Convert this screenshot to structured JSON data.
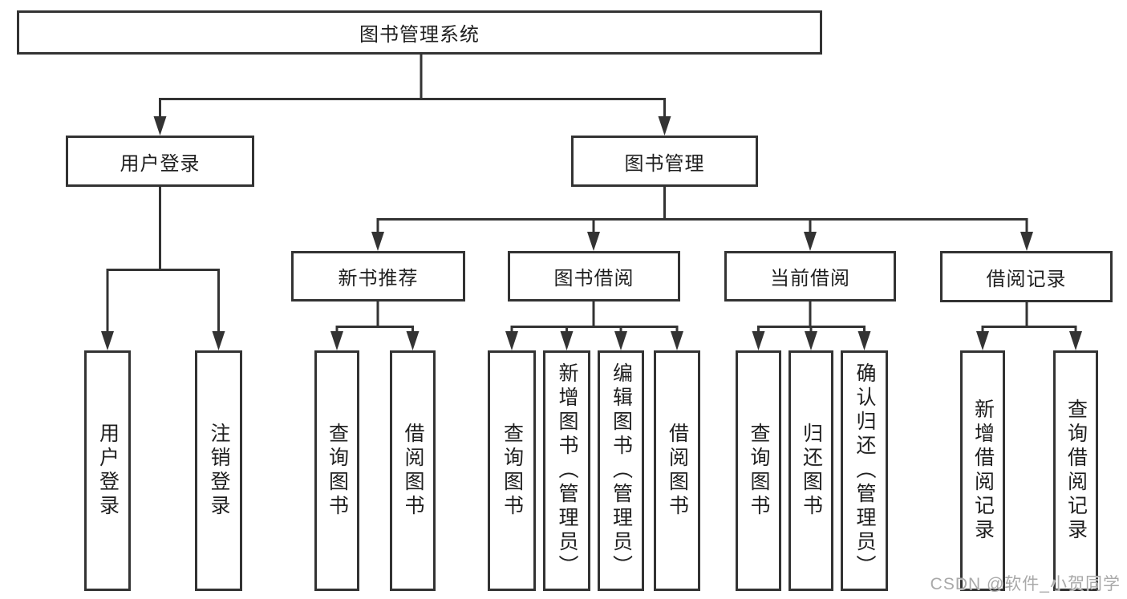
{
  "title": "图书管理系统",
  "watermark": "CSDN @软件_小贺同学",
  "colors": {
    "line": "#333333",
    "box_border": "#333333",
    "box_fill": "#ffffff",
    "text": "#1f1f1f",
    "watermark": "#a9a9a9"
  },
  "tree": {
    "root": {
      "label": "图书管理系统"
    },
    "user_login": {
      "label": "用户登录",
      "children": [
        {
          "label": "用户登录"
        },
        {
          "label": "注销登录"
        }
      ]
    },
    "book_management": {
      "label": "图书管理",
      "groups": [
        {
          "label": "新书推荐",
          "children": [
            {
              "label": "查询图书"
            },
            {
              "label": "借阅图书"
            }
          ]
        },
        {
          "label": "图书借阅",
          "children": [
            {
              "label": "查询图书"
            },
            {
              "label": "新增图书（管理员）"
            },
            {
              "label": "编辑图书（管理员）"
            },
            {
              "label": "借阅图书"
            }
          ]
        },
        {
          "label": "当前借阅",
          "children": [
            {
              "label": "查询图书"
            },
            {
              "label": "归还图书"
            },
            {
              "label": "确认归还（管理员）"
            }
          ]
        },
        {
          "label": "借阅记录",
          "children": [
            {
              "label": "新增借阅记录"
            },
            {
              "label": "查询借阅记录"
            }
          ]
        }
      ]
    }
  }
}
